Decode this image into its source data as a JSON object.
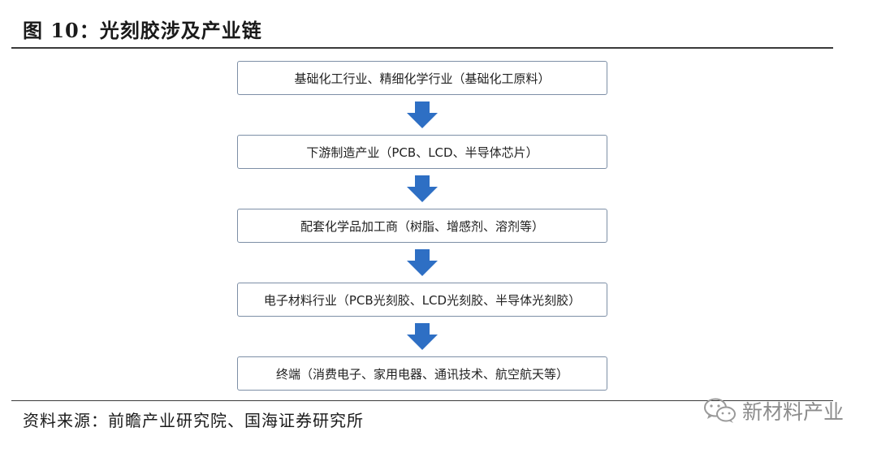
{
  "figure": {
    "title": "图 10：光刻胶涉及产业链",
    "source": "资料来源：前瞻产业研究院、国海证券研究所"
  },
  "flow": {
    "steps": [
      "基础化工行业、精细化学行业（基础化工原料）",
      "下游制造产业（PCB、LCD、半导体芯片）",
      "配套化学品加工商（树脂、增感剂、溶剂等）",
      "电子材料行业（PCB光刻胶、LCD光刻胶、半导体光刻胶）",
      "终端（消费电子、家用电器、通讯技术、航空航天等）"
    ]
  },
  "colors": {
    "arrow": "#2e6fc4",
    "box_border": "#7d8fa6",
    "rule": "#3a3a3a"
  },
  "watermark": {
    "icon": "wechat-icon",
    "text": "新材料产业"
  }
}
